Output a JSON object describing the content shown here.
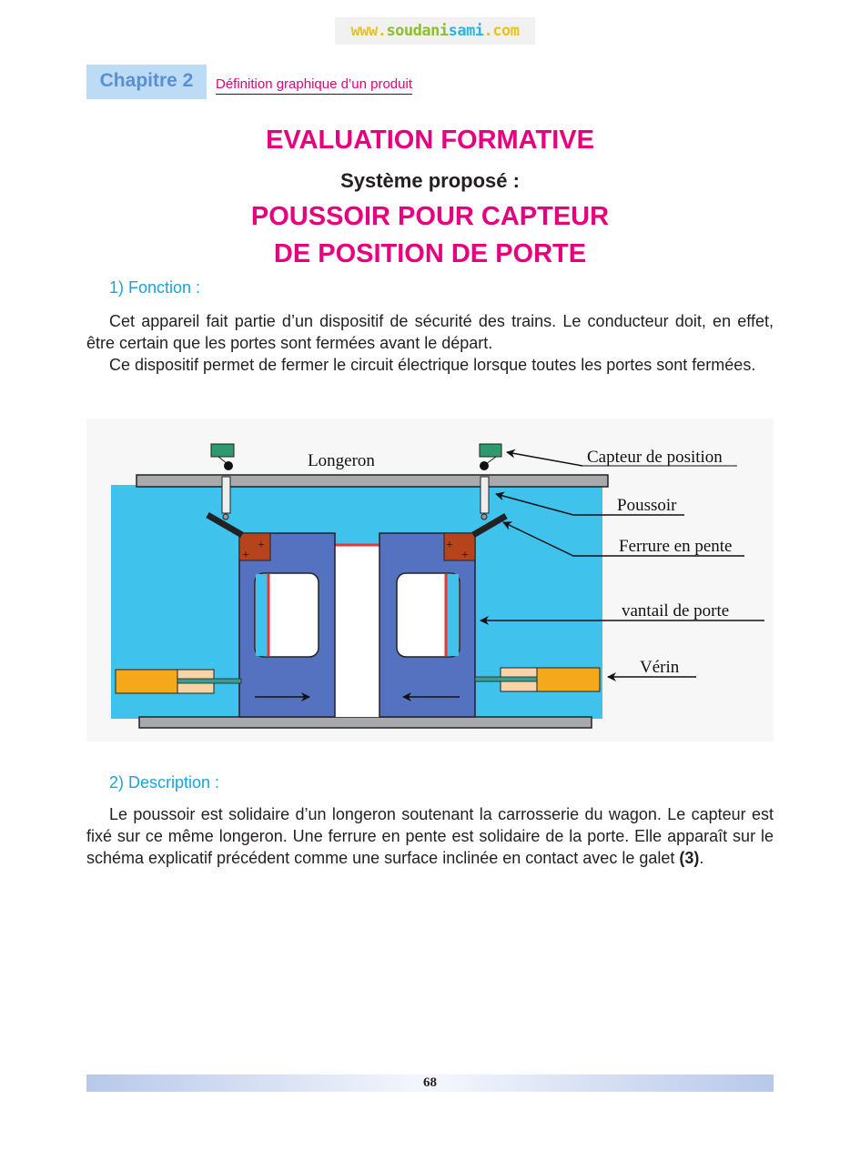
{
  "watermark": {
    "part1": "www.",
    "part2": "soudani",
    "part3": "sami",
    "part4": ".com"
  },
  "header": {
    "chapter": "Chapitre 2",
    "chapter_title": "Définition graphique d’un produit"
  },
  "title": "EVALUATION FORMATIVE",
  "subtitle": "Système proposé :",
  "system_name_line1": "POUSSOIR POUR CAPTEUR",
  "system_name_line2": "DE POSITION DE PORTE",
  "section1": {
    "heading": "1) Fonction :",
    "paragraphs": [
      "Cet appareil fait partie d’un dispositif de sécurité des trains. Le conducteur doit, en effet, être certain que les portes sont fermées avant le départ.",
      "Ce dispositif permet de fermer le circuit électrique lorsque toutes les portes sont fermées."
    ]
  },
  "figure": {
    "labels": {
      "longeron": "Longeron",
      "capteur": "Capteur de position",
      "poussoir": "Poussoir",
      "ferrure": "Ferrure en pente",
      "vantail": "vantail de porte",
      "verin": "Vérin"
    }
  },
  "section2": {
    "heading": "2) Description :",
    "paragraph_main": "Le poussoir est solidaire d’un longeron soutenant la carrosserie du wagon. Le capteur est fixé sur ce même longeron. Une ferrure en pente est solidaire de la porte. Elle apparaît sur le schéma explicatif précédent  comme une surface inclinée en contact avec le galet ",
    "paragraph_bold": "(3)",
    "paragraph_end": "."
  },
  "footer": {
    "page_number": "68"
  }
}
